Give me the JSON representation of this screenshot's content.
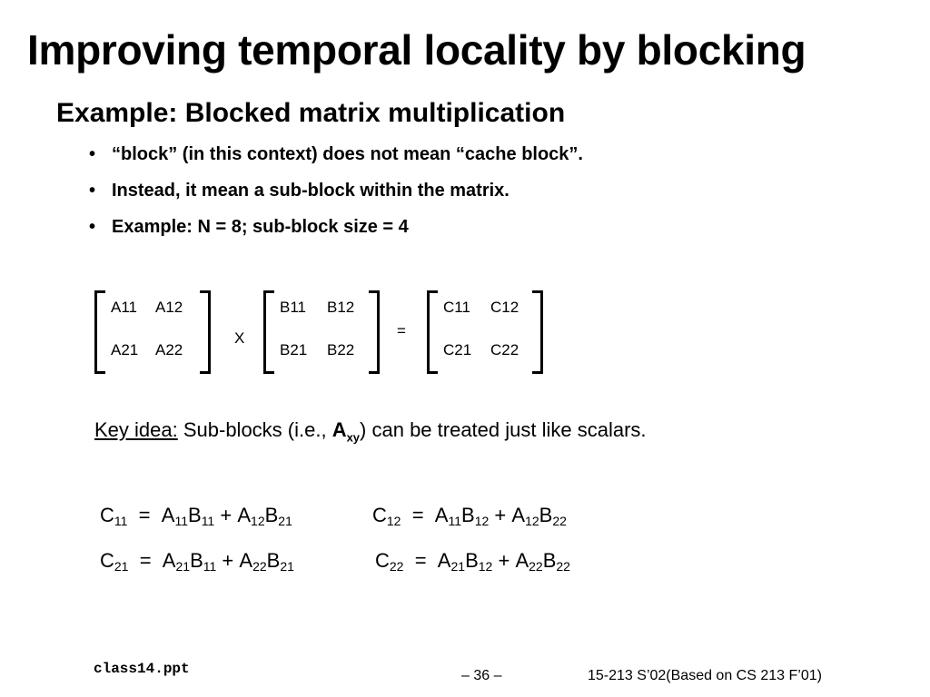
{
  "slide": {
    "title": "Improving temporal locality by blocking",
    "subtitle": "Example: Blocked matrix multiplication",
    "bullets": [
      "“block” (in this context) does not mean “cache block”.",
      "Instead, it mean a sub-block within the matrix.",
      "Example: N = 8; sub-block size = 4"
    ],
    "bullet_symbol": "•"
  },
  "matrices": {
    "a": {
      "r1c1": "A11",
      "r1c2": "A12",
      "r2c1": "A21",
      "r2c2": "A22"
    },
    "b": {
      "r1c1": "B11",
      "r1c2": "B12",
      "r2c1": "B21",
      "r2c2": "B22"
    },
    "c": {
      "r1c1": "C11",
      "r1c2": "C12",
      "r2c1": "C21",
      "r2c2": "C22"
    },
    "times_symbol": "X",
    "equals_symbol": "="
  },
  "key_idea": {
    "label": "Key idea:",
    "text_before": " Sub-blocks (i.e., ",
    "symbol": "A",
    "symbol_subscript": "xy",
    "text_after": ") can be treated just like scalars."
  },
  "equations": {
    "eq1": {
      "lhs": "C",
      "lhs_sub": "11",
      "eq": "=",
      "t1a": "A",
      "t1a_sub": "11",
      "t1b": "B",
      "t1b_sub": "11",
      "plus": "+",
      "t2a": "A",
      "t2a_sub": "12",
      "t2b": "B",
      "t2b_sub": "21"
    },
    "eq2": {
      "lhs": "C",
      "lhs_sub": "12",
      "eq": "=",
      "t1a": "A",
      "t1a_sub": "11",
      "t1b": "B",
      "t1b_sub": "12",
      "plus": "+",
      "t2a": "A",
      "t2a_sub": "12",
      "t2b": "B",
      "t2b_sub": "22"
    },
    "eq3": {
      "lhs": "C",
      "lhs_sub": "21",
      "eq": "=",
      "t1a": "A",
      "t1a_sub": "21",
      "t1b": "B",
      "t1b_sub": "11",
      "plus": "+",
      "t2a": "A",
      "t2a_sub": "22",
      "t2b": "B",
      "t2b_sub": "21"
    },
    "eq4": {
      "lhs": "C",
      "lhs_sub": "22",
      "eq": "=",
      "t1a": "A",
      "t1a_sub": "21",
      "t1b": "B",
      "t1b_sub": "12",
      "plus": "+",
      "t2a": "A",
      "t2a_sub": "22",
      "t2b": "B",
      "t2b_sub": "22"
    }
  },
  "footer": {
    "filename": "class14.ppt",
    "page": "– 36 –",
    "course": "15-213 S’02(Based on CS 213 F’01)"
  }
}
